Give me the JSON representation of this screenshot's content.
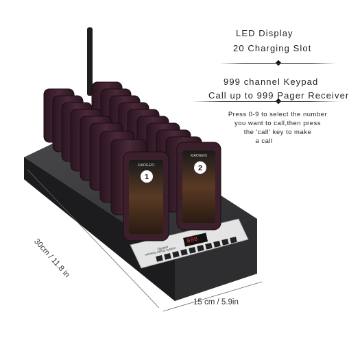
{
  "features": {
    "led_display": "LED Display",
    "charging_slot": "20 Charging Slot",
    "keypad": "999 channel Keypad",
    "receiver": "Call up to 999 Pager Receiver"
  },
  "instructions": {
    "line1": "Press 0-9 to select the number",
    "line2": "you want to call,then press",
    "line3": "the 'call' key to make",
    "line4": "a call"
  },
  "dimensions": {
    "length": "30cm / 11.8 in",
    "width": "15 cm / 5.9in"
  },
  "pagers": {
    "brand": "XIAOGEIO",
    "front_left_number": "1",
    "front_right_number": "2"
  },
  "console": {
    "brand_line1": "Gemini",
    "brand_line2": "wireless calling system",
    "display_digits": "888"
  },
  "colors": {
    "pager_body": "#3b1f2b",
    "base": "#3a3a3c",
    "panel": "#e6e6e6"
  }
}
